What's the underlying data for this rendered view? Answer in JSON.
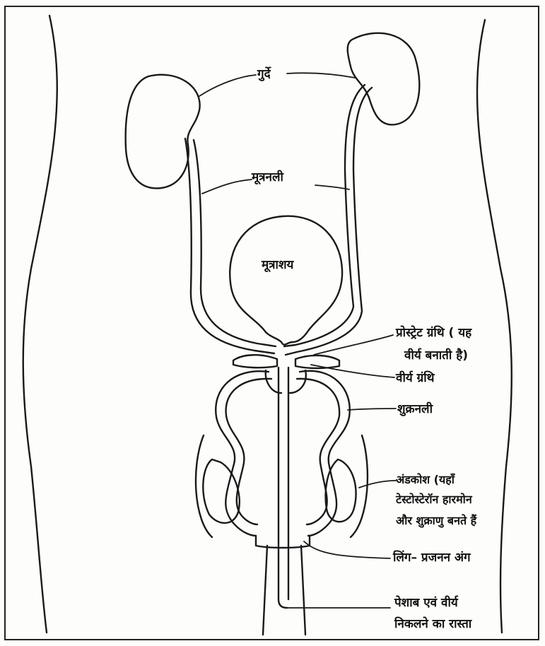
{
  "labels": {
    "kidneys": "गुर्दे",
    "ureter": "मूत्रनली",
    "bladder": "मूत्राशय",
    "prostate_line1": "प्रोस्ट्रेट ग्रंथि ( यह",
    "prostate_line2": "वीर्य बनाती है)",
    "seminal_gland": "वीर्य ग्रंथि",
    "vas_deferens": "शुक्रनली",
    "testes_line1": "अंडकोश (यहाँ",
    "testes_line2": "टेस्टोस्टेरॉन हारमोन",
    "testes_line3": "और शुक्राणु बनते हैं",
    "penis": "लिंग– प्रजनन अंग",
    "urethra_line1": "पेशाब एवं वीर्य",
    "urethra_line2": "निकलने का रास्ता"
  }
}
